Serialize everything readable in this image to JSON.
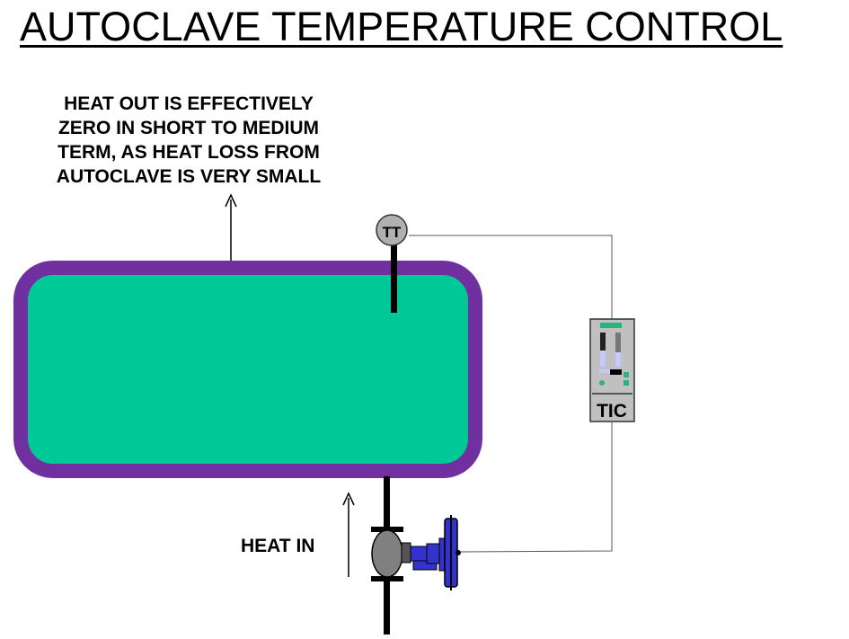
{
  "title": "AUTOCLAVE TEMPERATURE CONTROL",
  "heat_out_note": [
    "HEAT OUT IS EFFECTIVELY",
    "ZERO  IN SHORT TO MEDIUM",
    "TERM, AS HEAT LOSS FROM",
    "AUTOCLAVE IS VERY SMALL"
  ],
  "heat_in_label": "HEAT IN",
  "transmitter_tag": "TT",
  "controller_tag": "TIC",
  "colors": {
    "vessel_fill": "#00c896",
    "vessel_wall": "#7030a0",
    "actuator": "#3333cc",
    "valve_body": "#808080",
    "controller_body": "#c0c0c0",
    "controller_display": "#2ab37a"
  }
}
